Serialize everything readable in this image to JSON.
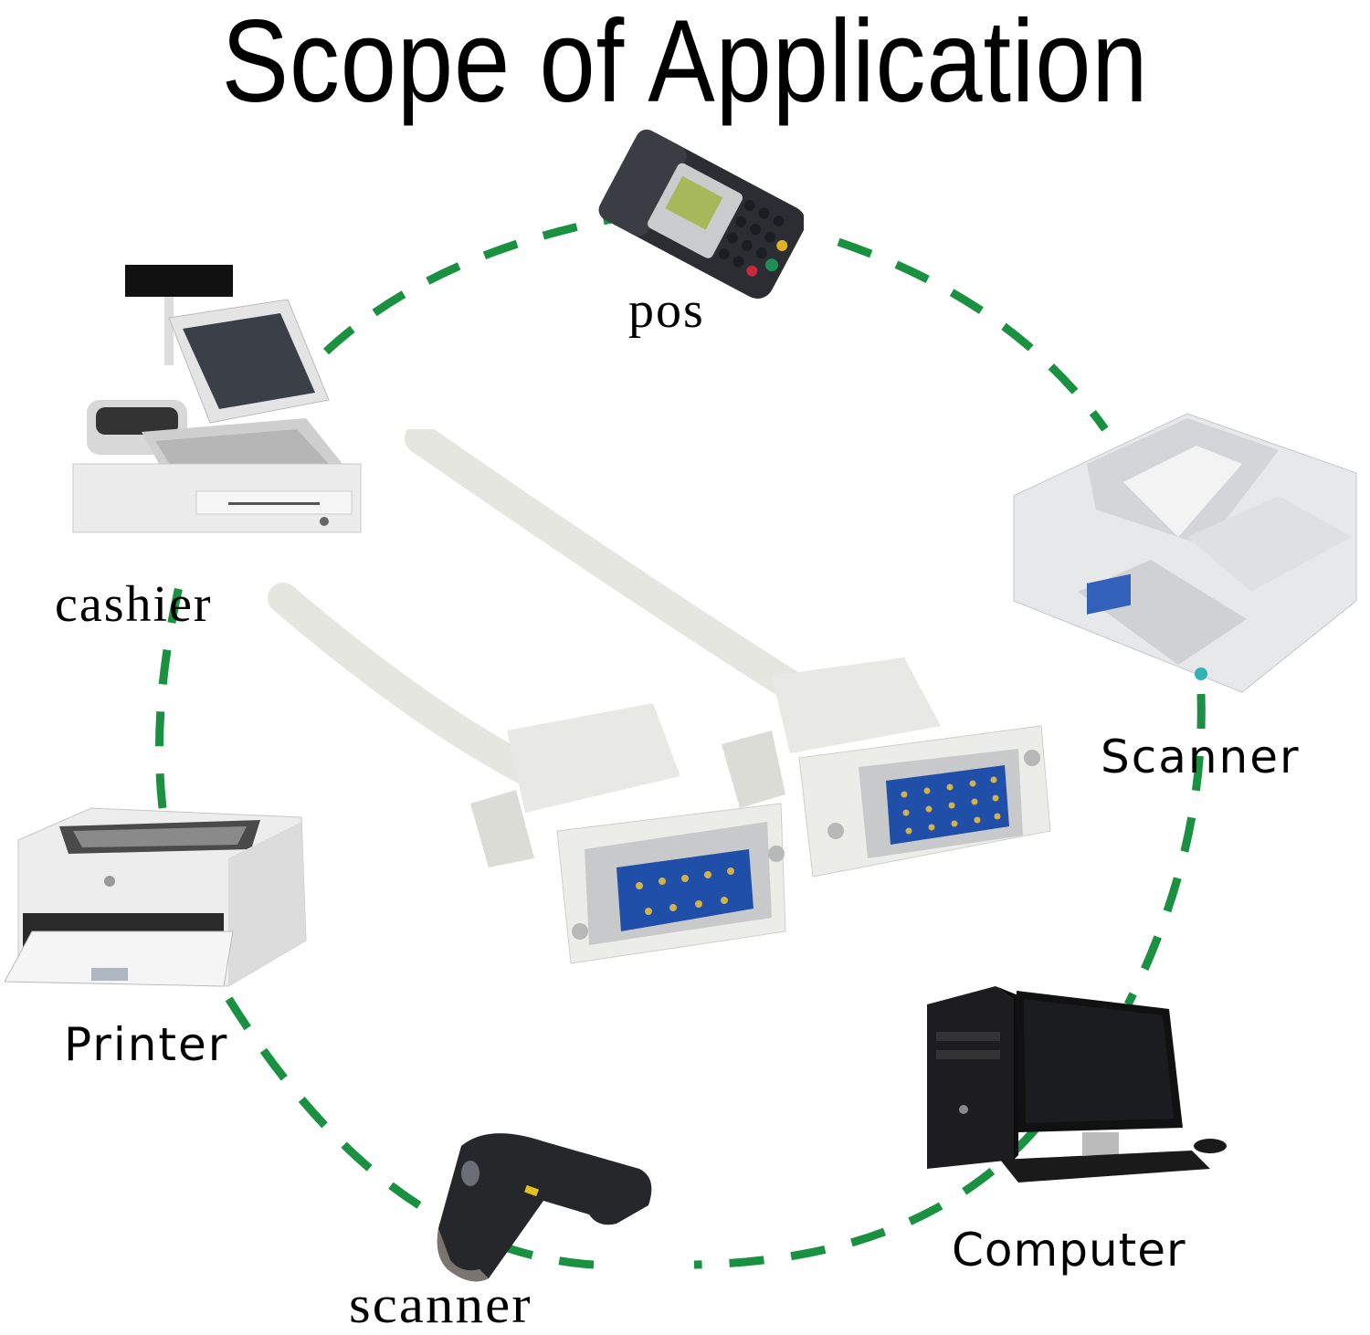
{
  "title": "Scope of Application",
  "colors": {
    "dash": "#1a9140",
    "text": "#000000",
    "cable": "#e6e6e1",
    "pin_field": "#1f4fa8"
  },
  "devices": [
    {
      "id": "pos",
      "label": "pos",
      "icon": "pos-terminal-icon"
    },
    {
      "id": "cashier",
      "label": "cashier",
      "icon": "cash-register-icon"
    },
    {
      "id": "scanner_doc",
      "label": "Scanner",
      "icon": "document-scanner-icon"
    },
    {
      "id": "printer",
      "label": "Printer",
      "icon": "laser-printer-icon"
    },
    {
      "id": "scanner_barcode",
      "label": "scanner",
      "icon": "barcode-scanner-icon"
    },
    {
      "id": "computer",
      "label": "Computer",
      "icon": "desktop-computer-icon"
    }
  ],
  "center": {
    "cable": "serial-cable",
    "connectors": [
      {
        "type": "DB9",
        "pins": 9
      },
      {
        "type": "HD15",
        "pins": 15
      }
    ]
  }
}
